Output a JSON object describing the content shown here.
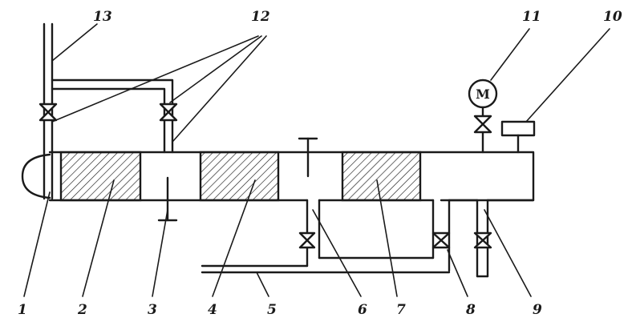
{
  "labels": {
    "l1": "1",
    "l2": "2",
    "l3": "3",
    "l4": "4",
    "l5": "5",
    "l6": "6",
    "l7": "7",
    "l8": "8",
    "l9": "9",
    "l10": "10",
    "l11": "11",
    "l12": "12",
    "l13": "13"
  },
  "motor_symbol": "M"
}
